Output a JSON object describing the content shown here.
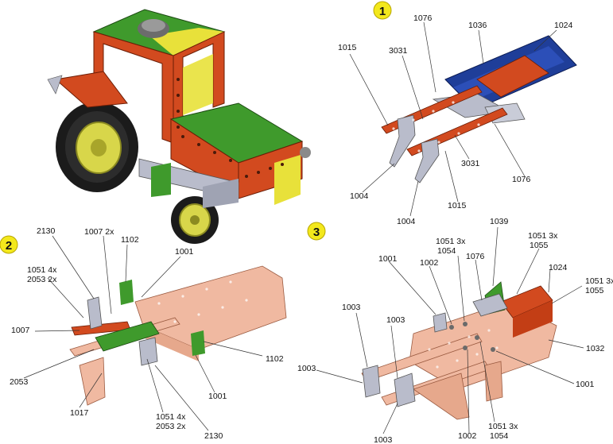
{
  "steps": [
    {
      "number": "1"
    },
    {
      "number": "2"
    },
    {
      "number": "3"
    }
  ],
  "step1": {
    "labels": [
      "1076",
      "1036",
      "1024",
      "1015",
      "3031",
      "3031",
      "1076",
      "1004",
      "1004",
      "1015"
    ]
  },
  "step2": {
    "labels": [
      "2130",
      "1007 2x",
      "1102",
      "1001",
      "1051 4x",
      "2053 2x",
      "1007",
      "1102",
      "2053",
      "1001",
      "1017",
      "1051 4x",
      "2053 2x",
      "2130"
    ]
  },
  "step3": {
    "labels": [
      "1039",
      "1051 3x",
      "1055",
      "1001",
      "1002",
      "1051 3x",
      "1054",
      "1076",
      "1024",
      "1051 3x",
      "1055",
      "1003",
      "1003",
      "1003",
      "1032",
      "1001",
      "1051 3x",
      "1054",
      "1002",
      "1003"
    ]
  },
  "colors": {
    "badge": "#f3e81c",
    "red": "#d24a1f",
    "green": "#3f9a2c",
    "blue": "#1f3e99",
    "silver": "#b9bccb",
    "copper": "#f0b9a1"
  }
}
